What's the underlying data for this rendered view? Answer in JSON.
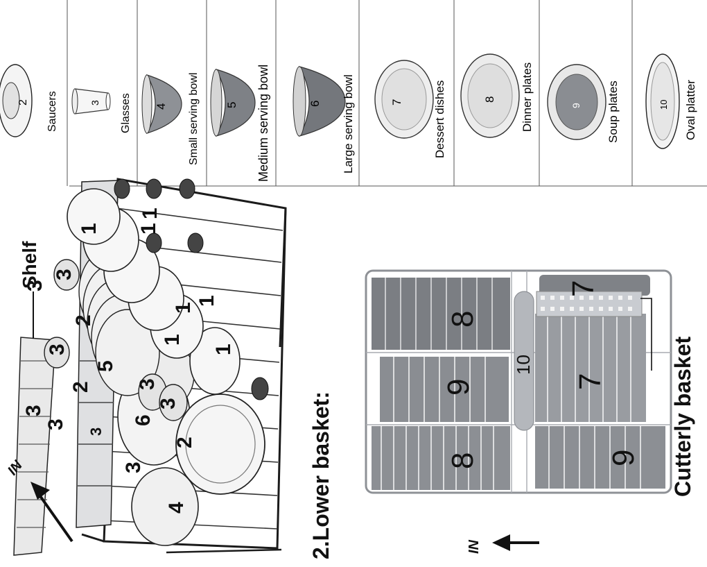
{
  "labels": {
    "shelf": "Shelf",
    "lower_basket": "2.Lower basket:",
    "cutlery_basket": "Cutterly basket",
    "direction_upper": "IN",
    "direction_lower": "IN"
  },
  "legend": [
    {
      "number": "2",
      "name": "Saucers"
    },
    {
      "number": "3",
      "name": "Glasses"
    },
    {
      "number": "4",
      "name": "Small serving bowl"
    },
    {
      "number": "5",
      "name": "Medium serving bowl"
    },
    {
      "number": "6",
      "name": "Large serving bowl"
    },
    {
      "number": "7",
      "name": "Dessert dishes"
    },
    {
      "number": "8",
      "name": "Dinner plates"
    },
    {
      "number": "9",
      "name": "Soup plates"
    },
    {
      "number": "10",
      "name": "Oval platter"
    }
  ],
  "upper_rack_markers": [
    "1",
    "1",
    "1",
    "1",
    "1",
    "1",
    "1",
    "2",
    "2",
    "2",
    "3",
    "3",
    "3",
    "3",
    "3",
    "3",
    "3",
    "3",
    "3",
    "4",
    "5",
    "6"
  ],
  "lower_rack_markers": [
    "8",
    "9",
    "8",
    "9",
    "7",
    "7",
    "10"
  ],
  "colors": {
    "ink": "#111111",
    "plate": "#8c8f94",
    "plate_dark": "#6b6e73",
    "rack": "#a7abb0",
    "white_item": "#f2f2f2"
  }
}
